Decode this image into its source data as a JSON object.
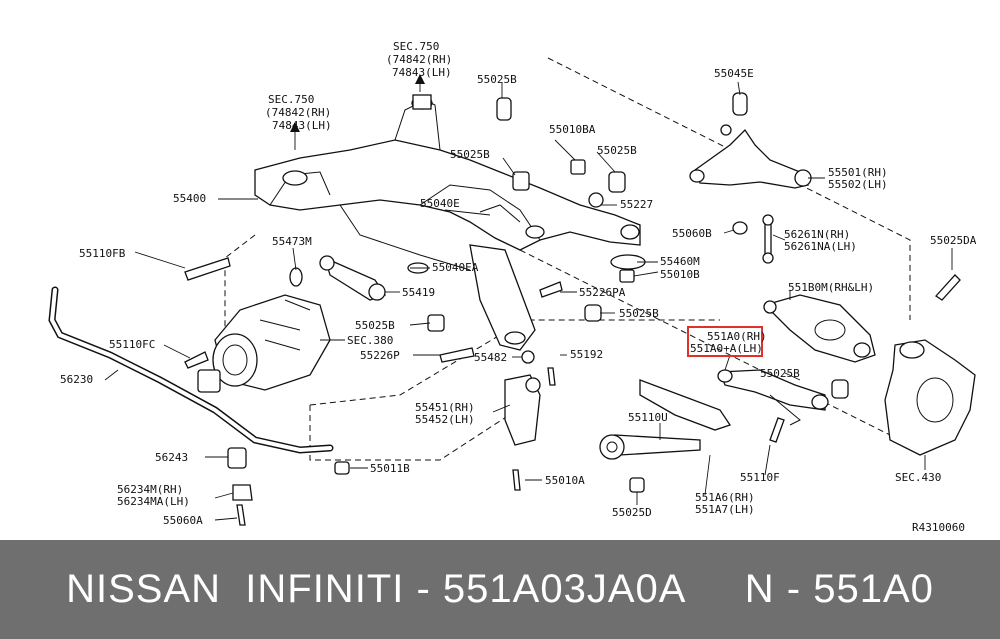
{
  "diagram": {
    "labels": {
      "sec750_a": "SEC.750",
      "sec750_a_rh": "(74842(RH)",
      "sec750_a_lh": "74843(LH)",
      "sec750_b": "SEC.750",
      "sec750_b_rh": "(74842(RH)",
      "sec750_b_lh": "74843(LH)",
      "p55025B_1": "55025B",
      "p55010BA": "55010BA",
      "p55025B_2": "55025B",
      "p55025B_3": "55025B",
      "p55045E": "55045E",
      "p55501": "55501(RH)",
      "p55502": "55502(LH)",
      "p55400": "55400",
      "p55040E": "55040E",
      "p55227": "55227",
      "p55060B": "55060B",
      "p56261N": "56261N(RH)",
      "p56261NA": "56261NA(LH)",
      "p55110FB": "55110FB",
      "p55473M": "55473M",
      "p55040EA": "55040EA",
      "p55460M": "55460M",
      "p55010B": "55010B",
      "p55025DA": "55025DA",
      "p55419": "55419",
      "p55226PA": "55226PA",
      "p551B0M": "551B0M(RH&LH)",
      "p55025B_4": "55025B",
      "p55025B_5": "55025B",
      "sec380": "SEC.380",
      "p55110FC": "55110FC",
      "p55226P": "55226P",
      "p551A0_rh": "551A0(RH)",
      "p551A0_lh": "551A0+A(LH)",
      "p55482": "55482",
      "p55192": "55192",
      "p56230": "56230",
      "p55025B_6": "55025B",
      "p55451": "55451(RH)",
      "p55452": "55452(LH)",
      "p55110U": "55110U",
      "p56243": "56243",
      "p55011B": "55011B",
      "p55110F": "55110F",
      "sec430": "SEC.430",
      "p55010A": "55010A",
      "p56234M": "56234M(RH)",
      "p56234MA": "56234MA(LH)",
      "p551A6": "551A6(RH)",
      "p551A7": "551A7(LH)",
      "p55025D": "55025D",
      "p55060A": "55060A",
      "ref": "R4310060"
    }
  },
  "footer": {
    "text": "NISSAN  INFINITI - 551A03JA0A     N - 551A0"
  },
  "colors": {
    "highlight": "#e0302a",
    "footer_bg": "#6f6f6f",
    "footer_text": "#ffffff"
  }
}
